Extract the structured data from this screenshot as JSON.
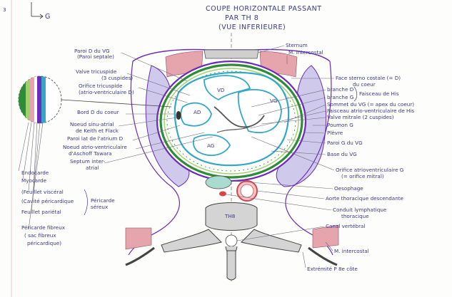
{
  "title": {
    "line1": "COUPE HORIZONTALE PASSANT",
    "line2": "PAR   TH 8",
    "line3": "(VUE INFERIEURE)"
  },
  "orientation": {
    "corner": "G",
    "marker": "3"
  },
  "colors": {
    "lung": "#cdc8ea",
    "pericardium": "#6c2bb8",
    "green_layer": "#2e8b3a",
    "endocardium": "#33a7c8",
    "muscle": "#e6a4ad",
    "bone": "#cfcfcf",
    "aorta": "#d6444c",
    "esophagus": "#a9dccf"
  },
  "chamber_labels": {
    "vd": "VD",
    "vg": "VG",
    "ad": "AD",
    "ag": "AG"
  },
  "spine_label": "TH8",
  "labels_left": {
    "paroi_vg": "Paroi D du VG",
    "paroi_vg_sub": "(Paroi septale)",
    "valve_tricuspide": "Valve tricuspide",
    "valve_tricuspide_sub": "(3 cuspides)",
    "orifice_tricuspide": "Orifice tricuspide",
    "orifice_tricuspide_sub": "(atrio-ventriculaire D)",
    "bord_d": "Bord D du coeur",
    "noeud_sinus": "Noeud sinu-atrial",
    "noeud_sinus_sub": "de Keith et Flack",
    "paroi_atrium": "Paroi lat de l'atrium D",
    "noeud_av": "Noeud atrio-ventriculaire",
    "noeud_av_sub": "d'Aschoff Tawara",
    "septum": "Septum inter-",
    "septum_sub": "atrial"
  },
  "labels_inset": {
    "endocarde": "Endocarde",
    "myocarde": "Myocarde",
    "feuillet_visceral": "(Feuillet viscéral",
    "cavite": "(Cavité péricardique",
    "feuillet_parietal": "Feuillet pariétal",
    "pericarde_sereux": "Péricarde",
    "pericarde_sereux_sub": "séreux",
    "pericarde_fibreux": "Péricarde fibreux",
    "pericarde_fibreux_sub": "( sac fibreux",
    "pericarde_fibreux_sub2": "péricardique)"
  },
  "labels_right": {
    "sternum": "Sternum",
    "m_intercostal_top": "M. intercostal",
    "face_sterno": "Face sterno costale (= D)",
    "face_sterno_sub": "du coeur",
    "branche_d": "branche D",
    "branche_g": "branche G",
    "faisceau_his": "Faisceau de His",
    "sommet": "Sommet du VG (= apex du coeur)",
    "faisceau_av": "Faisceau atrio-ventriculaire de His",
    "valve_mitrale": "Valve mitrale (2 cuspides)",
    "poumon": "Poumon G",
    "plevre": "Plèvre",
    "paroi_g": "Paroi G du VG",
    "base_vg": "Base du VG",
    "orifice_av_g": "Orifice atrioventriculaire G",
    "orifice_av_g_sub": "(= orifice mitral)",
    "oesophage": "Oesophage",
    "aorte": "Aorte thoracique descendante",
    "conduit": "Conduit lymphatique",
    "conduit_sub": "thoracique",
    "canal": "Canal vertébral",
    "m_intercostal_bottom": "M. intercostal",
    "extremite": "Extrémité P 8e côte"
  }
}
